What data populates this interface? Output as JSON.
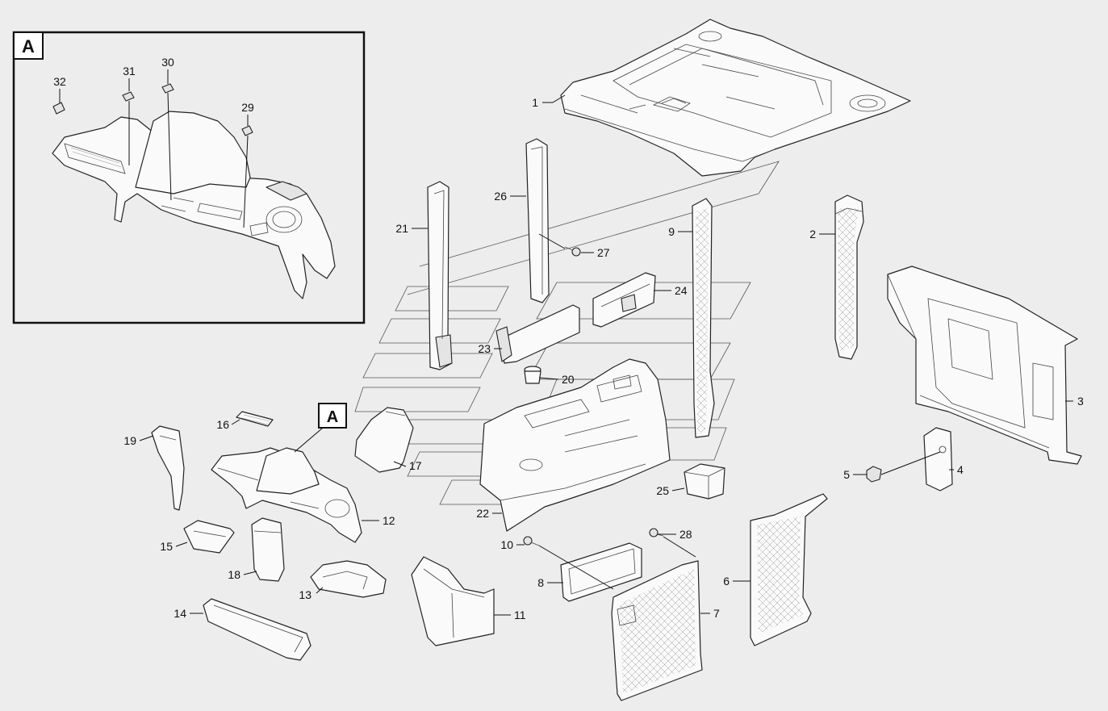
{
  "detail_view": {
    "tag": "A"
  },
  "callout": {
    "tag": "A"
  },
  "parts": [
    {
      "n": "1"
    },
    {
      "n": "2"
    },
    {
      "n": "3"
    },
    {
      "n": "4"
    },
    {
      "n": "5"
    },
    {
      "n": "6"
    },
    {
      "n": "7"
    },
    {
      "n": "8"
    },
    {
      "n": "9"
    },
    {
      "n": "10"
    },
    {
      "n": "11"
    },
    {
      "n": "12"
    },
    {
      "n": "13"
    },
    {
      "n": "14"
    },
    {
      "n": "15"
    },
    {
      "n": "16"
    },
    {
      "n": "17"
    },
    {
      "n": "18"
    },
    {
      "n": "19"
    },
    {
      "n": "20"
    },
    {
      "n": "21"
    },
    {
      "n": "22"
    },
    {
      "n": "23"
    },
    {
      "n": "24"
    },
    {
      "n": "25"
    },
    {
      "n": "26"
    },
    {
      "n": "27"
    },
    {
      "n": "28"
    },
    {
      "n": "29"
    },
    {
      "n": "30"
    },
    {
      "n": "31"
    },
    {
      "n": "32"
    }
  ]
}
